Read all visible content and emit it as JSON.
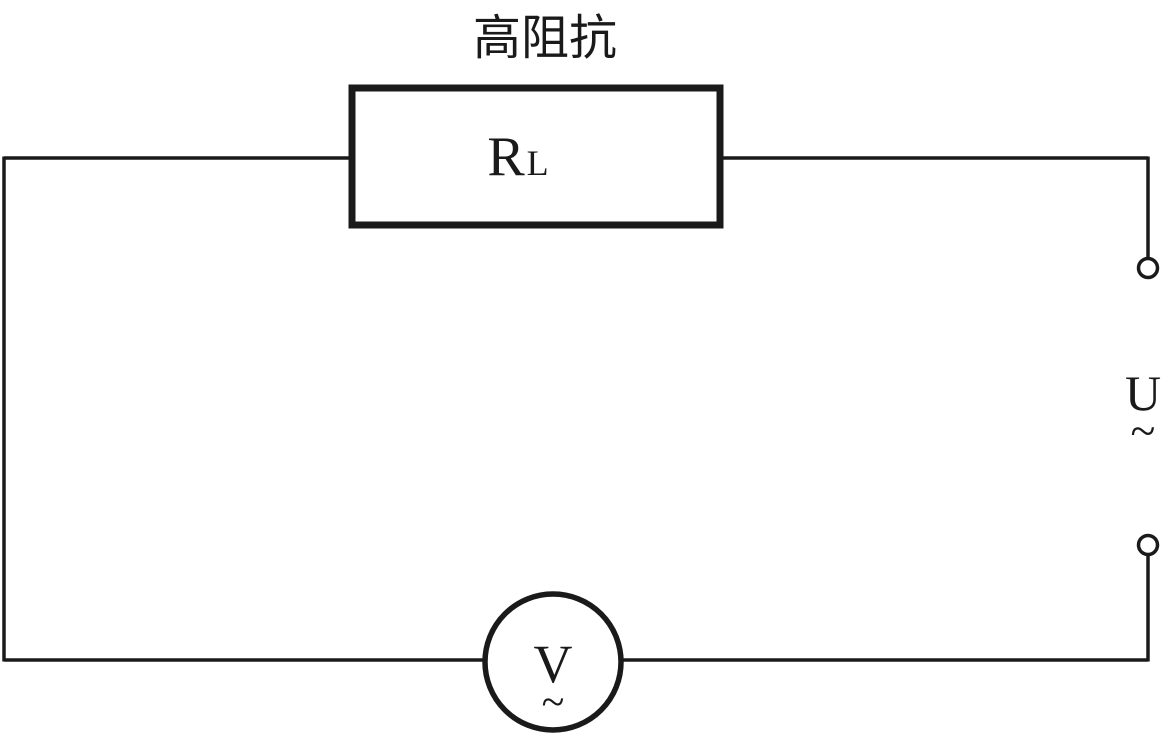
{
  "diagram": {
    "title_label": "高阻抗",
    "resistor": {
      "symbol": "R",
      "subscript": "L"
    },
    "source": {
      "symbol": "U",
      "ac_mark": "~"
    },
    "voltmeter": {
      "symbol": "V",
      "ac_mark": "~"
    }
  },
  "colors": {
    "line": "#1a1a1a",
    "background": "#ffffff"
  }
}
